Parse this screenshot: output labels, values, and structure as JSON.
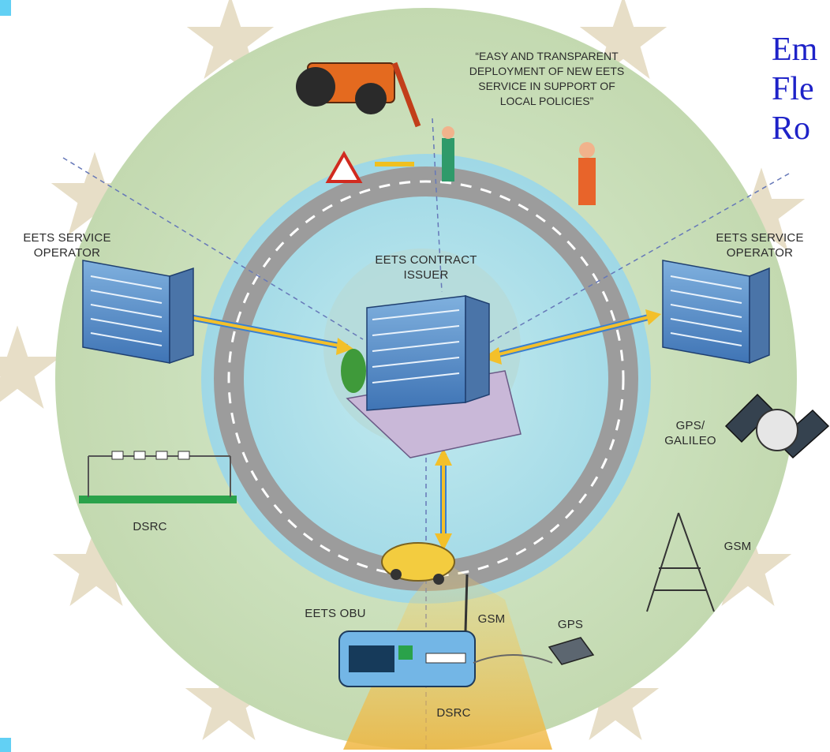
{
  "heading": {
    "lines": [
      "Em",
      "Fle",
      "Ro"
    ]
  },
  "quote": {
    "lines": [
      "“EASY AND TRANSPARENT",
      "DEPLOYMENT OF NEW EETS",
      "SERVICE IN SUPPORT OF",
      "LOCAL POLICIES”"
    ]
  },
  "nodes": {
    "operator_left": [
      "EETS SERVICE",
      "OPERATOR"
    ],
    "operator_right": [
      "EETS SERVICE",
      "OPERATOR"
    ],
    "contract_issuer": [
      "EETS CONTRACT",
      "ISSUER"
    ],
    "gps_galileo": [
      "GPS/",
      "GALILEO"
    ],
    "dsrc_gantry": "DSRC",
    "gsm_tower": "GSM",
    "obu": "EETS OBU",
    "obu_gsm": "GSM",
    "obu_gps": "GPS",
    "obu_dsrc": "DSRC"
  },
  "colors": {
    "outer_ring": "#cfe3bf",
    "inner_sky": "#a9dde8",
    "road": "#9a9a9a",
    "road_dash": "#ffffff",
    "link_yellow": "#f3c02a",
    "link_blue": "#3a7fd0",
    "building": "#5d93c9",
    "heading_text": "#1e22c8",
    "stars": "#e6dcc4"
  }
}
